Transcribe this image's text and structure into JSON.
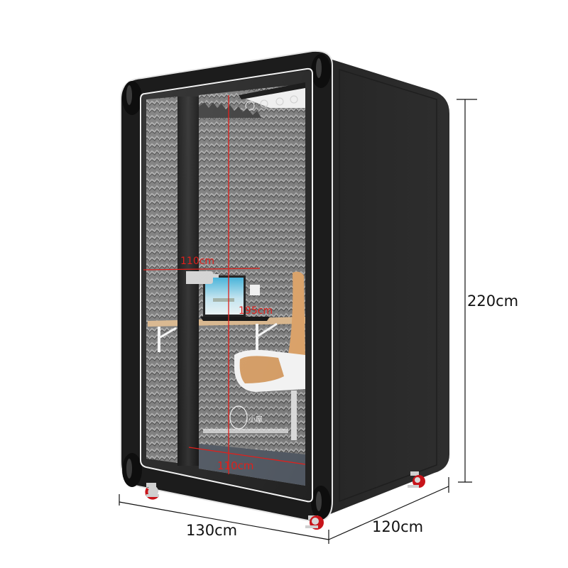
{
  "product": {
    "name": "soundproof phone booth",
    "body_color": "#2a2a2a",
    "frame_color": "#1c1c1c",
    "foam_color": "#7d7d7d",
    "caster_color": "#c8141a",
    "chair_color": "#d9a066",
    "logo_text": "小屋"
  },
  "exterior_dimensions": {
    "height": "220cm",
    "width": "130cm",
    "depth": "120cm",
    "line_color": "#111111"
  },
  "interior_dimensions": {
    "width_top": "110cm",
    "height": "195cm",
    "width_bottom": "110cm",
    "line_color": "#e0201c"
  }
}
